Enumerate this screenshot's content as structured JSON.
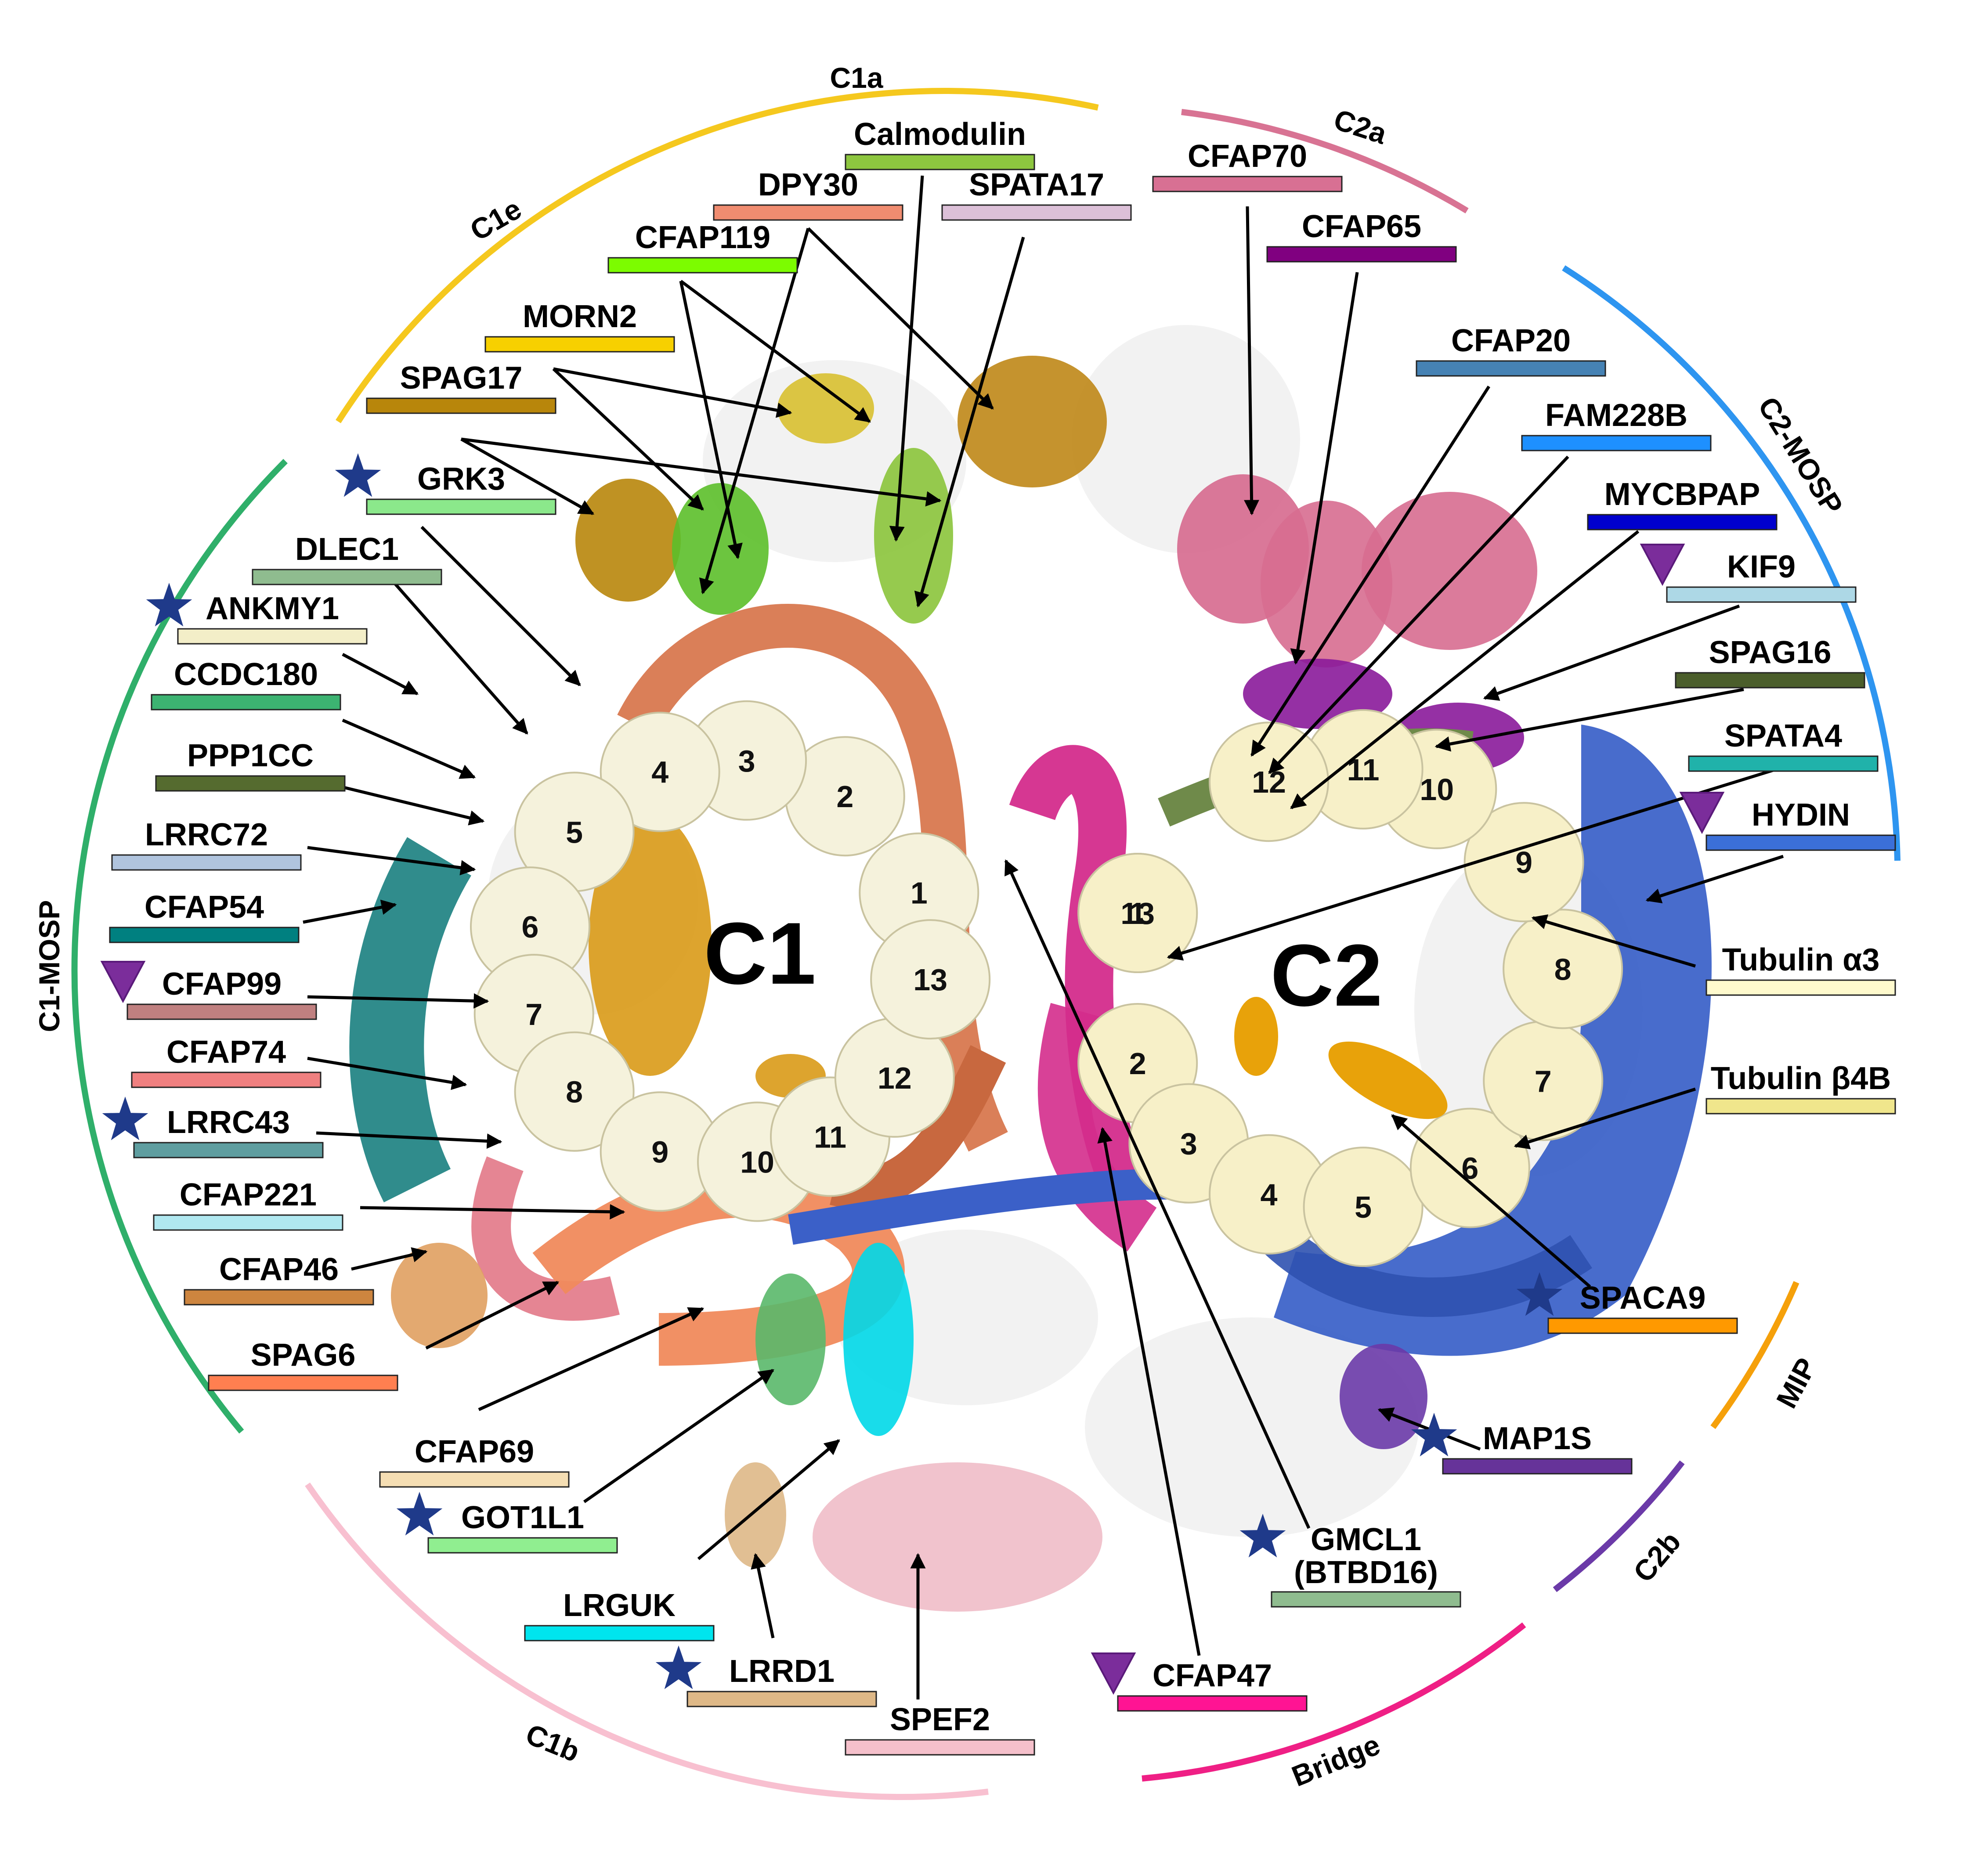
{
  "center_labels": {
    "c1": "C1",
    "c2": "C2"
  },
  "arc_labels": {
    "c1a": "C1a",
    "c2a": "C2a",
    "c1e": "C1e",
    "c2_mosp": "C2-MOSP",
    "c1_mosp": "C1-MOSP",
    "mip": "MIP",
    "c2b": "C2b",
    "bridge": "Bridge",
    "c1b": "C1b"
  },
  "protofilament_numbers": {
    "c1": [
      "1",
      "2",
      "3",
      "4",
      "5",
      "6",
      "7",
      "8",
      "9",
      "10",
      "11",
      "12",
      "13"
    ],
    "c2": [
      "1",
      "2",
      "3",
      "4",
      "5",
      "6",
      "7",
      "8",
      "9",
      "10",
      "11",
      "12",
      "13"
    ]
  },
  "proteins": [
    {
      "id": "calmodulin",
      "name": "Calmodulin",
      "color": "#8dc63f",
      "marker": "none"
    },
    {
      "id": "dpy30",
      "name": "DPY30",
      "color": "#f08c70",
      "marker": "none"
    },
    {
      "id": "spata17",
      "name": "SPATA17",
      "color": "#dcc0d8",
      "marker": "none"
    },
    {
      "id": "cfap119",
      "name": "CFAP119",
      "color": "#7cfc00",
      "marker": "none"
    },
    {
      "id": "morn2",
      "name": "MORN2",
      "color": "#f7d000",
      "marker": "none"
    },
    {
      "id": "spag17",
      "name": "SPAG17",
      "color": "#b8860b",
      "marker": "none"
    },
    {
      "id": "grk3",
      "name": "GRK3",
      "color": "#8be88b",
      "marker": "star"
    },
    {
      "id": "dlec1",
      "name": "DLEC1",
      "color": "#8fbc8f",
      "marker": "none"
    },
    {
      "id": "ankmy1",
      "name": "ANKMY1",
      "color": "#f3eec8",
      "marker": "star"
    },
    {
      "id": "ccdc180",
      "name": "CCDC180",
      "color": "#3cb371",
      "marker": "none"
    },
    {
      "id": "ppp1cc",
      "name": "PPP1CC",
      "color": "#556b2f",
      "marker": "none"
    },
    {
      "id": "lrrc72",
      "name": "LRRC72",
      "color": "#b0c4de",
      "marker": "none"
    },
    {
      "id": "cfap54",
      "name": "CFAP54",
      "color": "#008080",
      "marker": "none"
    },
    {
      "id": "cfap99",
      "name": "CFAP99",
      "color": "#c08080",
      "marker": "triangle"
    },
    {
      "id": "cfap74",
      "name": "CFAP74",
      "color": "#f08080",
      "marker": "none"
    },
    {
      "id": "lrrc43",
      "name": "LRRC43",
      "color": "#5f9ea0",
      "marker": "star"
    },
    {
      "id": "cfap221",
      "name": "CFAP221",
      "color": "#b0e8f0",
      "marker": "none"
    },
    {
      "id": "cfap46",
      "name": "CFAP46",
      "color": "#cd853f",
      "marker": "none"
    },
    {
      "id": "spag6",
      "name": "SPAG6",
      "color": "#ff7f50",
      "marker": "none"
    },
    {
      "id": "cfap69",
      "name": "CFAP69",
      "color": "#f5deb3",
      "marker": "none"
    },
    {
      "id": "got1l1",
      "name": "GOT1L1",
      "color": "#90ee90",
      "marker": "star"
    },
    {
      "id": "lrguk",
      "name": "LRGUK",
      "color": "#00e5ee",
      "marker": "none"
    },
    {
      "id": "lrrd1",
      "name": "LRRD1",
      "color": "#deb887",
      "marker": "star"
    },
    {
      "id": "spef2",
      "name": "SPEF2",
      "color": "#f5c0cb",
      "marker": "none"
    },
    {
      "id": "cfap47",
      "name": "CFAP47",
      "color": "#ff1493",
      "marker": "triangle"
    },
    {
      "id": "gmcl1",
      "name": "GMCL1",
      "name2": "(BTBD16)",
      "color": "#8fbc8f",
      "marker": "star"
    },
    {
      "id": "map1s",
      "name": "MAP1S",
      "color": "#663399",
      "marker": "star"
    },
    {
      "id": "spaca9",
      "name": "SPACA9",
      "color": "#ff9900",
      "marker": "star"
    },
    {
      "id": "tubb4b",
      "name": "Tubulin β4B",
      "color": "#f0e68c",
      "marker": "none"
    },
    {
      "id": "tuba3",
      "name": "Tubulin α3",
      "color": "#fffacd",
      "marker": "none"
    },
    {
      "id": "hydin",
      "name": "HYDIN",
      "color": "#3b6fd8",
      "marker": "triangle"
    },
    {
      "id": "spata4",
      "name": "SPATA4",
      "color": "#20b2aa",
      "marker": "none"
    },
    {
      "id": "spag16",
      "name": "SPAG16",
      "color": "#4b5e2b",
      "marker": "none"
    },
    {
      "id": "kif9",
      "name": "KIF9",
      "color": "#add8e6",
      "marker": "triangle"
    },
    {
      "id": "mycbpap",
      "name": "MYCBPAP",
      "color": "#0000cd",
      "marker": "none"
    },
    {
      "id": "fam228b",
      "name": "FAM228B",
      "color": "#1e90ff",
      "marker": "none"
    },
    {
      "id": "cfap20",
      "name": "CFAP20",
      "color": "#4682b4",
      "marker": "none"
    },
    {
      "id": "cfap65",
      "name": "CFAP65",
      "color": "#800080",
      "marker": "none"
    },
    {
      "id": "cfap70",
      "name": "CFAP70",
      "color": "#d87093",
      "marker": "none"
    }
  ]
}
